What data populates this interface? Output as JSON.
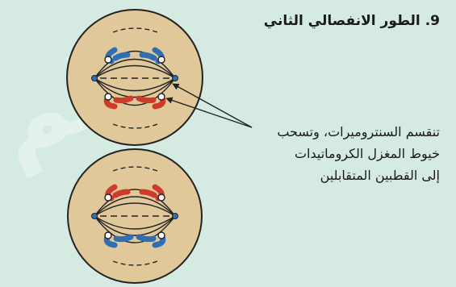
{
  "heading": {
    "number": "9.",
    "title": "الطور الانفصالي الثاني"
  },
  "caption": {
    "lines": [
      "تنقسم السنتروميرات، وتسحب",
      "خيوط المغزل الكروماتيدات",
      "إلى القطبين المتقابلين"
    ]
  },
  "watermark": "عالم",
  "colors": {
    "background": "#d5ebe2",
    "cell_fill": "#e1c89a",
    "chromatid_blue": "#2e6fb5",
    "chromatid_red": "#cf3a2f",
    "spindle": "#222222"
  }
}
